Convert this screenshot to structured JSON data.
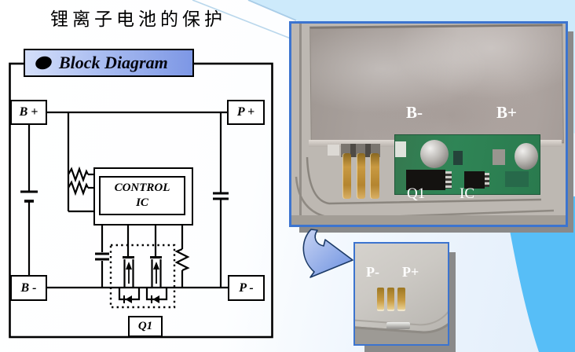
{
  "slide": {
    "title": "锂离子电池的保护"
  },
  "diagram": {
    "header": {
      "label": "Block Diagram"
    },
    "nodes": {
      "b_plus": "B +",
      "p_plus": "P +",
      "b_minus": "B -",
      "p_minus": "P -",
      "control_line1": "CONTROL",
      "control_line2": "IC",
      "q1": "Q1"
    }
  },
  "photos": {
    "main": {
      "labels": {
        "b_minus": "B-",
        "b_plus": "B+",
        "q1": "Q1",
        "ic": "IC"
      }
    },
    "detail": {
      "labels": {
        "p_minus": "P-",
        "p_plus": "P+"
      }
    }
  },
  "colors": {
    "header_gradient_start": "#d4dffa",
    "header_gradient_end": "#7d97e5",
    "corner_cyan": "#cdeafb",
    "background_blue": "#57bef7",
    "photo_border": "#3c74cf",
    "shadow_gray": "#8a8a8a",
    "pcb_green": "#2f8556",
    "contact_gold": "#c89c44",
    "line_black": "#000000"
  }
}
